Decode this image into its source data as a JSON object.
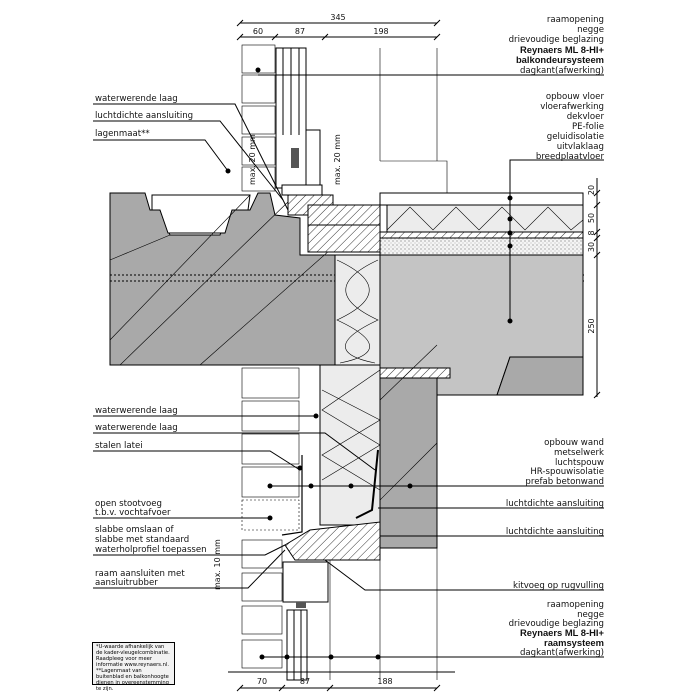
{
  "dimensions_top": {
    "total": "345",
    "parts": [
      "60",
      "87",
      "198"
    ]
  },
  "dimensions_bottom": {
    "parts": [
      "70",
      "87",
      "188"
    ]
  },
  "dimensions_right": [
    "20",
    "50",
    "8",
    "30",
    "250"
  ],
  "max_labels": {
    "upper_left": "max. 20 mm",
    "upper_right": "max. 20 mm",
    "lower": "max. 10 mm"
  },
  "labels_right": {
    "top_window": [
      "raamopening",
      "negge",
      "drievoudige beglazing",
      "Reynaers ML 8-HI+",
      "balkondeursysteem",
      "dagkant(afwerking)"
    ],
    "floor": [
      "opbouw vloer",
      "vloerafwerking",
      "dekvloer",
      "PE-folie",
      "geluidisolatie",
      "uitvlaklaag",
      "breedplaatvloer"
    ],
    "wall": [
      "opbouw wand",
      "metselwerk",
      "luchtspouw",
      "HR-spouwisolatie",
      "prefab betonwand"
    ],
    "airtight_1": "luchtdichte aansluiting",
    "airtight_2": "luchtdichte aansluiting",
    "sealant": "kitvoeg op rugvulling",
    "bottom_window": [
      "raamopening",
      "negge",
      "drievoudige beglazing",
      "Reynaers ML 8-HI+",
      "raamsysteem",
      "dagkant(afwerking)"
    ]
  },
  "labels_left": {
    "water_1": "waterwerende laag",
    "airtight": "luchtdichte aansluiting",
    "layer": "lagenmaat**",
    "water_2": "waterwerende laag",
    "water_3": "waterwerende laag",
    "lintel": "stalen latei",
    "joint": [
      "open stootvoeg",
      "t.b.v. vochtafvoer"
    ],
    "flashing": [
      "slabbe omslaan of",
      "slabbe met standaard",
      "waterholprofiel toepassen"
    ],
    "window_rubber": [
      "raam aansluiten met",
      "aansluitrubber"
    ]
  },
  "note": "*U-waarde afhankelijk van de kader-vleugelcombinatie.\nRaadpleeg voor meer informatie www.reynaers.nl.\n**Lagenmaat van buitenblad en balkonhoogte dienen in overeenstemming te zijn.",
  "colors": {
    "concrete": "#a9a9a9",
    "slab": "#c4c4c4",
    "insulation": "#ececec",
    "paper": "#ffffff"
  }
}
